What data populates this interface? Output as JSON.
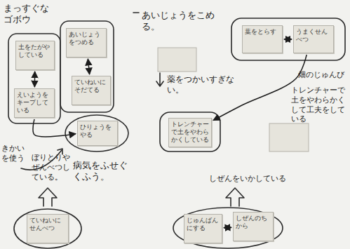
{
  "diagram": {
    "nodes": [
      {
        "text": [
          "土をたがやしている"
        ]
      },
      {
        "text": [
          "えいようをキープしている"
        ]
      },
      {
        "text": [
          "あいじょうをつめる"
        ]
      },
      {
        "text": [
          "ていねいにそだてる"
        ]
      },
      {
        "text": [
          "ひりょうをやる"
        ]
      },
      {
        "text": [
          "葉をとらす"
        ]
      },
      {
        "text": [
          "うまくせんべつ"
        ]
      },
      {
        "text": [
          "トレンチャーで土をやわらかくしている"
        ]
      },
      {
        "text": [
          "ていねいにせんべつ"
        ]
      },
      {
        "text": [
          "じゅんばんにする"
        ]
      },
      {
        "text": [
          "しぜんのちから"
        ]
      }
    ],
    "edges": [
      {
        "from": 0,
        "to": 1,
        "arrow": "both"
      },
      {
        "from": 2,
        "to": 3,
        "arrow": "both"
      },
      {
        "from": 1,
        "to": 4,
        "arrow": "to"
      },
      {
        "from": 5,
        "to": 6,
        "arrow": "both"
      },
      {
        "from": 6,
        "to": 7,
        "arrow": "to"
      },
      {
        "from": 9,
        "to": 10,
        "arrow": "both"
      }
    ],
    "labels": [
      "まっすぐなゴボウ",
      "あいじょうをこめる。",
      "薬をつかいすぎない。",
      "畑のじゅんび",
      "トレンチャーで土をやわらかくして工夫をしている",
      "きかいを使う",
      "ぼりとりや ぜんべつしている。",
      "病気をふせぐくふう。",
      "しぜんをいかしている"
    ]
  }
}
